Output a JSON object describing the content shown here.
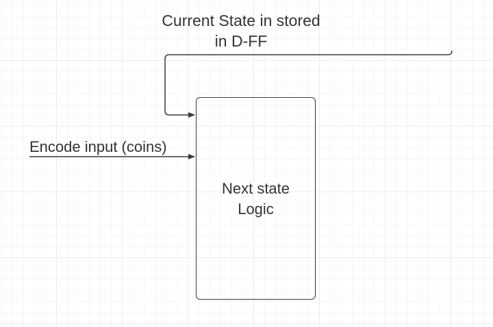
{
  "diagram": {
    "labels": {
      "current_state": {
        "line1": "Current State in stored",
        "line2": "in D-FF"
      },
      "encode_input": "Encode input (coins)"
    },
    "nodes": {
      "next_state_logic": {
        "line1": "Next state",
        "line2": "Logic"
      }
    },
    "edges": [
      {
        "from": "current_state",
        "to": "next_state_logic"
      },
      {
        "from": "encode_input",
        "to": "next_state_logic"
      }
    ],
    "colors": {
      "stroke": "#3a3a3a",
      "text": "#333333",
      "grid": "#ececec"
    }
  }
}
